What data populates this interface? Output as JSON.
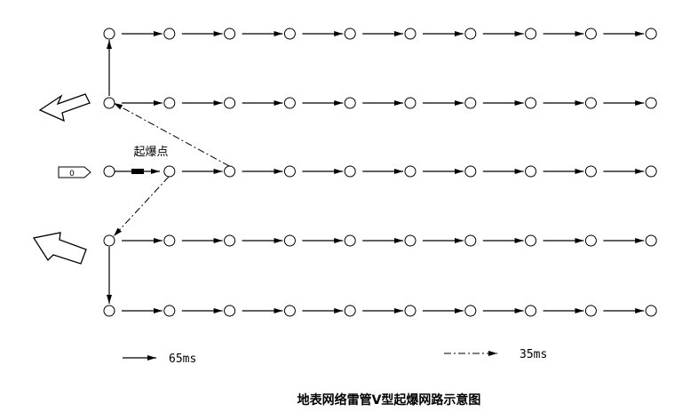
{
  "diagram": {
    "title": "地表网络雷管V型起爆网路示意图",
    "start_label": "起爆点",
    "detonator_label": "0",
    "rows": 5,
    "columns": 10,
    "initiation_row": 3,
    "legend": [
      {
        "id": "solid",
        "label": "65ms",
        "line": "solid"
      },
      {
        "id": "dashdot",
        "label": "35ms",
        "line": "dash-dot"
      }
    ],
    "throw_direction_icons": [
      "arrow-left-icon",
      "arrow-left-icon"
    ]
  }
}
